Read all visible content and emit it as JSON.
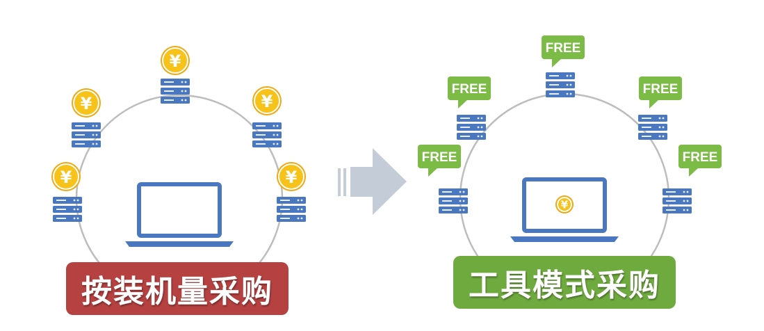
{
  "colors": {
    "server": "#4a78c0",
    "server_light": "#eaf0fa",
    "laptop": "#4a78c0",
    "coin_fill": "#f7c21a",
    "coin_ring": "#f0a810",
    "circle": "#bdbdbd",
    "free_bubble": "#7cbb45",
    "arrow": "#c4ccd8",
    "left_label_bg": "#b54141",
    "right_label_bg": "#6faa3f"
  },
  "left": {
    "label": "按装机量采购",
    "coin_symbol": "¥",
    "icons": [
      "server-icon",
      "coin-icon",
      "laptop-icon"
    ]
  },
  "right": {
    "label": "工具模式采购",
    "free_text": "FREE",
    "coin_symbol": "¥",
    "icons": [
      "server-icon",
      "free-bubble-icon",
      "laptop-icon",
      "coin-icon"
    ]
  },
  "arrow": {
    "icon": "right-arrow-icon"
  }
}
